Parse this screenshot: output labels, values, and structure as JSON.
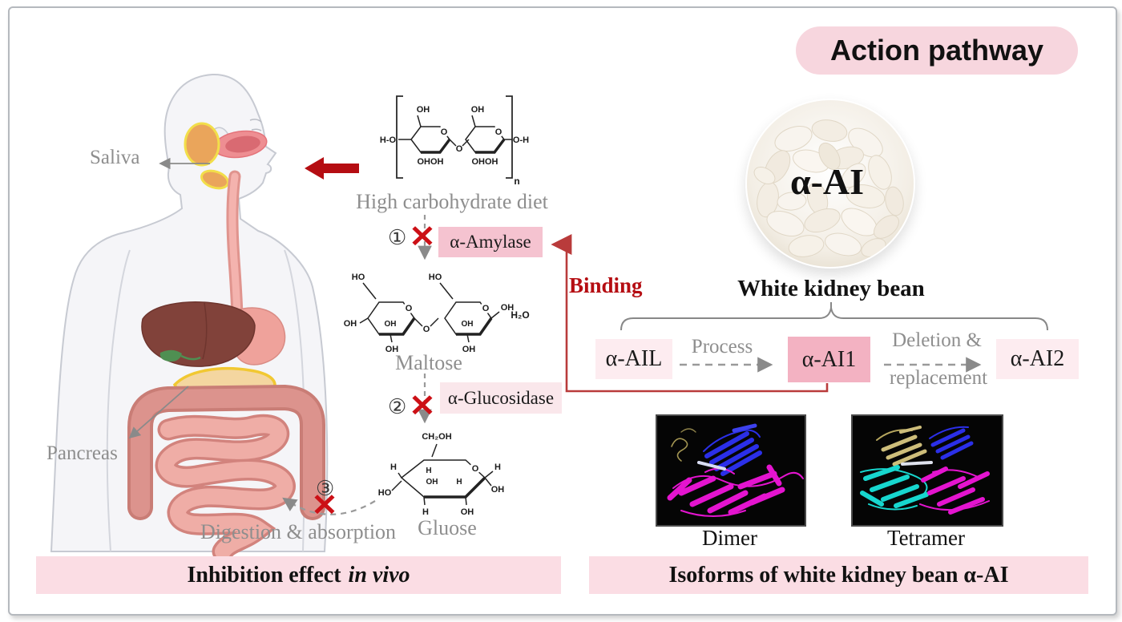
{
  "header": {
    "title": "Action pathway"
  },
  "anatomy": {
    "saliva": "Saliva",
    "pancreas": "Pancreas"
  },
  "pathway": {
    "starch_caption": "High carbohydrate diet",
    "step1": "①",
    "amylase": "α-Amylase",
    "maltose_caption": "Maltose",
    "step2": "②",
    "glucosidase": "α-Glucosidase",
    "glucose_caption": "Gluose",
    "step3": "③",
    "x1": "✕",
    "x2": "✕",
    "x3": "✕",
    "digestion": "Digestion & absorption",
    "binding": "Binding"
  },
  "chem": {
    "starch": {
      "oh_top1": "OH",
      "oh_top2": "OH",
      "ho_left": "H-O",
      "ring_o1": "O",
      "ring_o2": "O",
      "link_o": "O",
      "bottom1": "OHOH",
      "bottom2": "OHOH",
      "oh_right": "O-H",
      "sub_n": "n"
    },
    "maltose": {
      "ho1": "HO",
      "ho2": "HO",
      "ring_o1": "O",
      "ring_o2": "O",
      "link_o": "O",
      "oh_left": "OH",
      "oh_in1": "OH",
      "oh_in2": "OH",
      "oh_bot1": "OH",
      "oh_bot2": "OH",
      "oh_right": "OH",
      "h2o": "H₂O"
    },
    "glucose": {
      "ch2oh": "CH₂OH",
      "ring_o": "O",
      "h_left": "H",
      "ho_left": "HO",
      "h_in1": "H",
      "oh_in1": "OH",
      "h_in2": "H",
      "h_right": "H",
      "oh_right": "OH",
      "h_bot": "H",
      "oh_bot": "OH"
    }
  },
  "bean": {
    "overlay": "α-AI",
    "caption": "White kidney bean"
  },
  "isoforms": {
    "ail": "α-AIL",
    "process": "Process",
    "ai1": "α-AI1",
    "deletion_line1": "Deletion &",
    "deletion_line2": "replacement",
    "ai2": "α-AI2",
    "dimer": "Dimer",
    "tetramer": "Tetramer"
  },
  "banners": {
    "left_text": "Inhibition effect",
    "left_italic": "in vivo",
    "right_text": "Isoforms of white kidney bean α-AI"
  },
  "colors": {
    "pill_pink": "#f7d6de",
    "banner_pink": "#fbdde4",
    "box_pink_strong": "#f3b2c2",
    "box_pink_light": "#fdecf0",
    "box_pink_mid": "#f5c3d0",
    "accent_red": "#b50d12",
    "connector_red": "#b93b3b",
    "gray_text": "#8e8e8e",
    "dimer_blue": "#2b2fe8",
    "dimer_magenta": "#e414cf",
    "tetramer_cyan": "#17d6ce",
    "tetramer_khaki": "#cdbd7a"
  }
}
